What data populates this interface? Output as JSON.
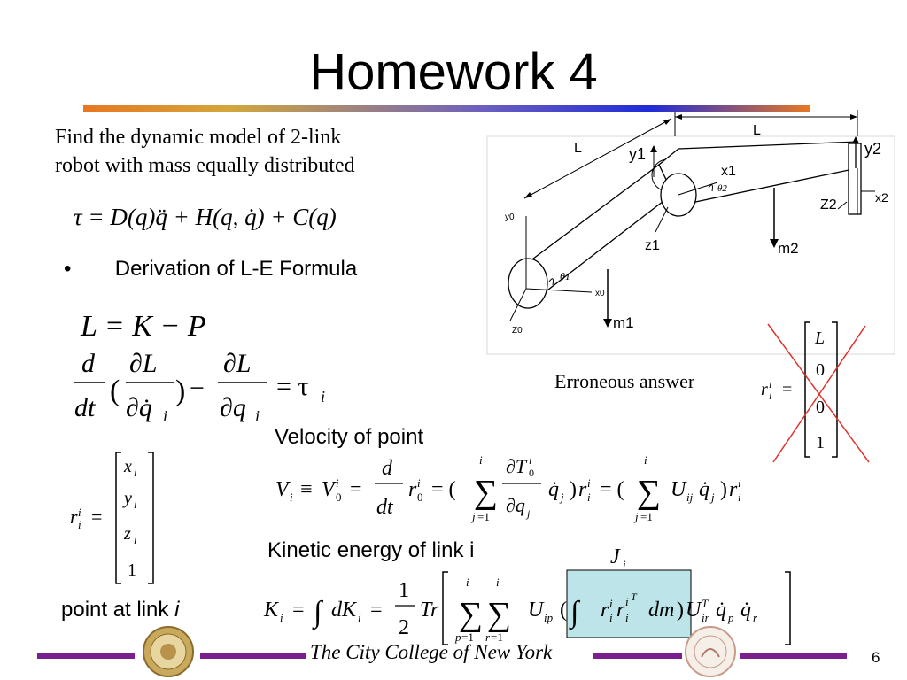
{
  "slide": {
    "title": "Homework 4",
    "intro_line1": "Find the dynamic model of 2-link",
    "intro_line2": "robot with mass equally distributed",
    "bullet_symbol": "•",
    "bullet_text": "Derivation of L-E Formula",
    "velocity_label": "Velocity of point",
    "kinetic_label": "Kinetic energy of link i",
    "erroneous_label": "Erroneous answer",
    "point_label_prefix": "point at link ",
    "point_label_var": "i",
    "footer_text": "The City College of New York",
    "page_number": "6",
    "colors": {
      "rule_orange": "#e87722",
      "rule_blue": "#1f2bd8",
      "footer_purple": "#7a1f8e",
      "highlight_box": "#bde4e8",
      "cross_red": "#e0322b"
    }
  },
  "robot_figure": {
    "label_L_top": "L",
    "label_L_left": "L",
    "label_y1": "y1",
    "label_y2": "y2",
    "label_x1": "x1",
    "label_x2": "x2",
    "label_z1": "z1",
    "label_z2": "Z2",
    "label_y0": "y0",
    "label_x0": "x0",
    "label_z0": "Z0",
    "label_m1": "m1",
    "label_m2": "m2",
    "label_theta1": "θ1",
    "label_theta2": "θ2"
  },
  "equations": {
    "dynamic_model": "τ = D(q)q̈ + H(q, q̇) + C(q)",
    "lagrangian": "L = K − P",
    "le_formula": "d/dt (∂L/∂q̇ᵢ) − ∂L/∂qᵢ = τᵢ",
    "point_vector_lhs": "rᵢⁱ =",
    "point_vector": [
      "xᵢ",
      "yᵢ",
      "zᵢ",
      "1"
    ],
    "erroneous_lhs": "rᵢⁱ =",
    "erroneous_vector": [
      "L",
      "0",
      "0",
      "1"
    ],
    "velocity": "Vᵢ ≡ V₀ⁱ = d/dt r₀ⁱ = (Σⱼ₌₁ⁱ ∂T₀ⁱ/∂qⱼ q̇ⱼ) rᵢⁱ = (Σⱼ₌₁ⁱ Uᵢⱼ q̇ⱼ) rᵢⁱ",
    "kinetic_energy": "Kᵢ = ∫ dKᵢ = ½ Tr [ Σₚ₌₁ⁱ Σᵣ₌₁ⁱ Uᵢₚ ( ∫ rᵢⁱ rᵢⁱᵀ dm ) Uᵢᵣᵀ q̇ₚ q̇ᵣ ]",
    "inertia_label": "Jᵢ"
  }
}
